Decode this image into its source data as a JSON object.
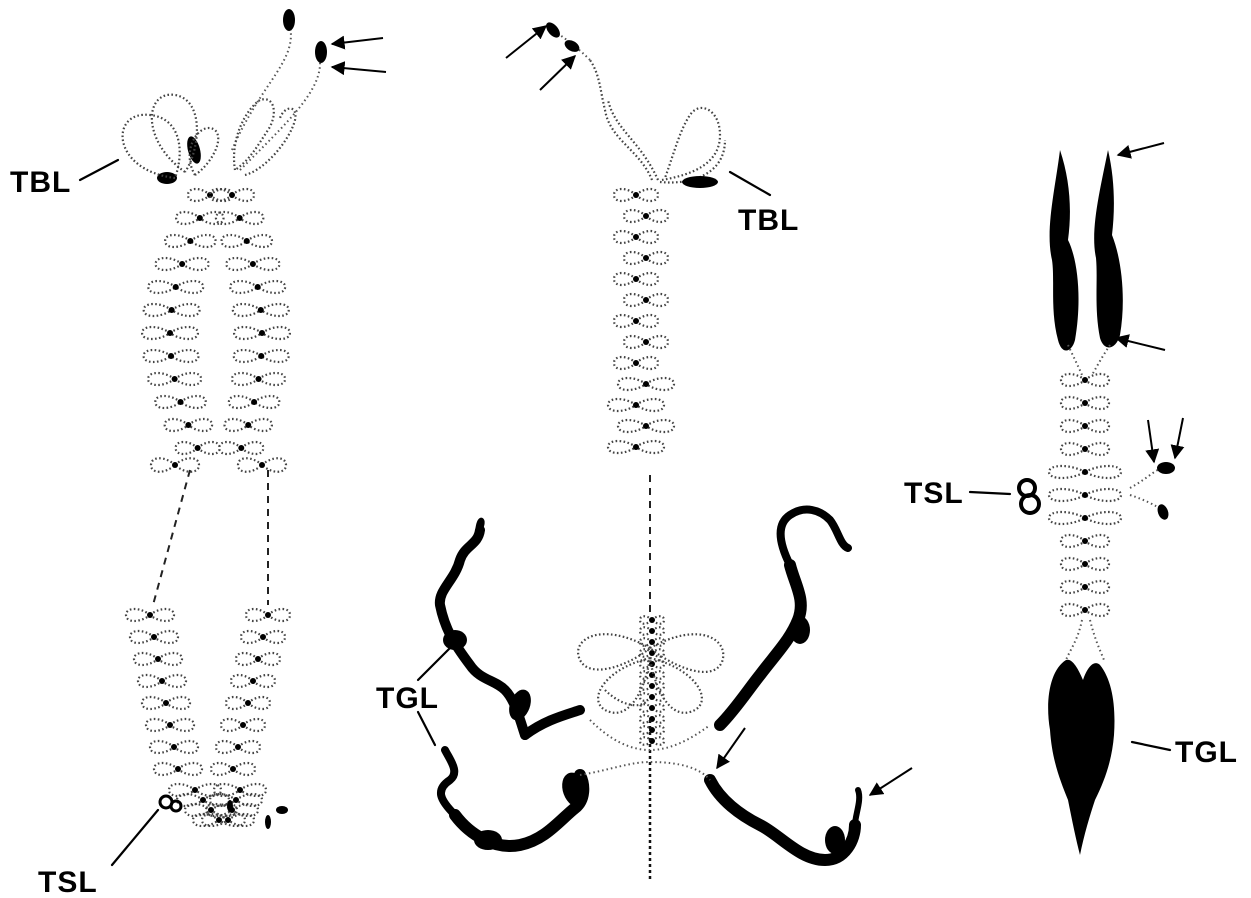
{
  "labels": {
    "left_tbl": "TBL",
    "left_tsl": "TSL",
    "center_tbl": "TBL",
    "center_tgl": "TGL",
    "right_tsl": "TSL",
    "right_tgl": "TGL"
  },
  "colors": {
    "ink": "#000000",
    "stipple": "#444444",
    "background": "#ffffff"
  }
}
